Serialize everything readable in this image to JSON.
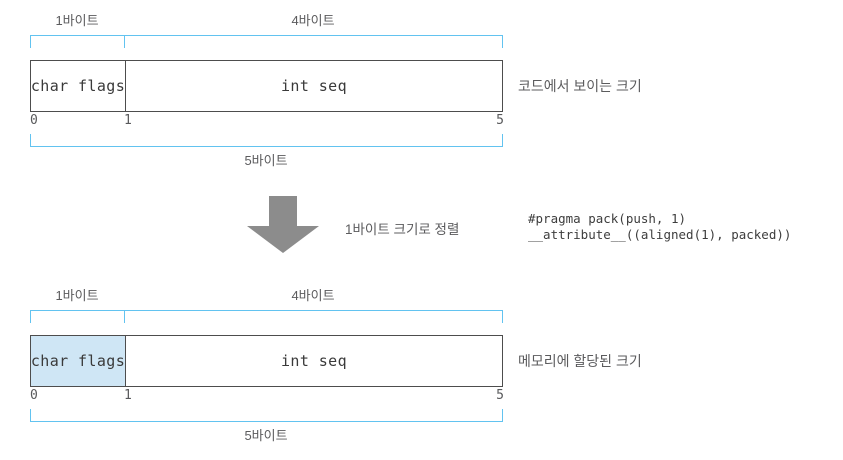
{
  "diagram": {
    "title_top": "코드에서 보이는 크기",
    "title_bottom": "메모리에 할당된 크기",
    "transform_label": "1바이트 크기로 정렬",
    "code": "#pragma pack(push, 1)\n__attribute__((aligned(1), packed))",
    "colors": {
      "bracket": "#62c3f0",
      "box_border": "#4d4d4d",
      "highlight_fill": "#cfe6f5",
      "arrow": "#8c8c8c",
      "text": "#58595b"
    },
    "top_struct": {
      "fields": [
        {
          "name": "char flags",
          "size_label": "1바이트",
          "start": "0",
          "end": "1"
        },
        {
          "name": "int seq",
          "size_label": "4바이트",
          "start": "1",
          "end": "5"
        }
      ],
      "total_label": "5바이트",
      "offsets": [
        "0",
        "1",
        "5"
      ]
    },
    "bottom_struct": {
      "fields": [
        {
          "name": "char flags",
          "size_label": "1바이트",
          "start": "0",
          "end": "1"
        },
        {
          "name": "int seq",
          "size_label": "4바이트",
          "start": "1",
          "end": "5"
        }
      ],
      "total_label": "5바이트",
      "offsets": [
        "0",
        "1",
        "5"
      ]
    },
    "arrow_icon": "down-arrow-icon"
  }
}
